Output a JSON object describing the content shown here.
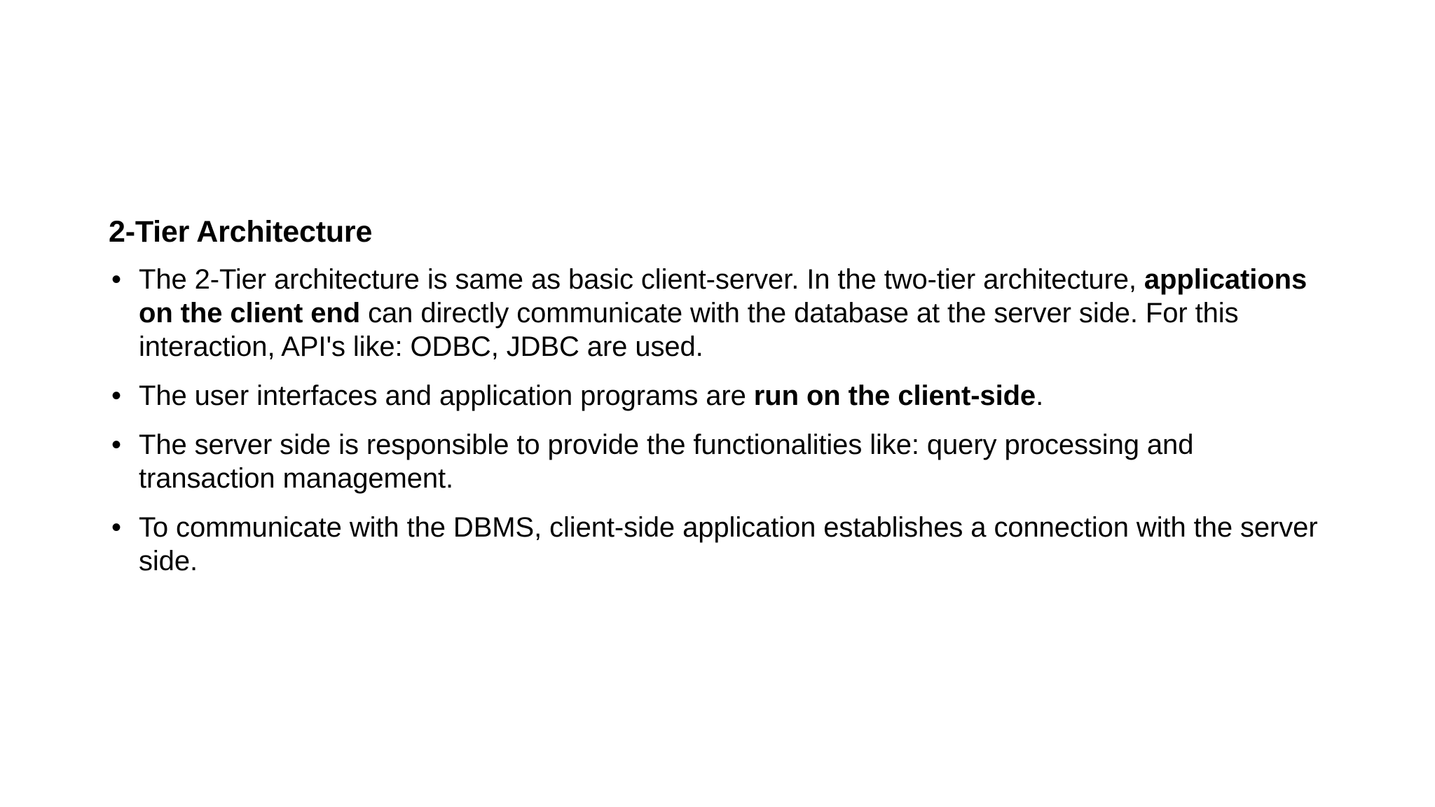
{
  "slide": {
    "title": "2-Tier Architecture",
    "bullet_marker": "•",
    "bullets": [
      {
        "id": "bullet-1",
        "segments": [
          {
            "text": "The 2-Tier architecture is same as basic client-server. In the two-tier architecture, ",
            "bold": false
          },
          {
            "text": "applications on the client end",
            "bold": true
          },
          {
            "text": " can directly communicate with the database at the server side. For this interaction, API's like: ODBC, JDBC are used.",
            "bold": false
          }
        ],
        "plain": "The 2-Tier architecture is same as basic client-server. In the two-tier architecture, applications on the client end can directly communicate with the database at the server side. For this interaction, API's like: ODBC, JDBC are used."
      },
      {
        "id": "bullet-2",
        "segments": [
          {
            "text": "The user interfaces and application programs are ",
            "bold": false
          },
          {
            "text": "run on the client-side",
            "bold": true
          },
          {
            "text": ".",
            "bold": false
          }
        ],
        "plain": "The user interfaces and application programs are run on the client-side."
      },
      {
        "id": "bullet-3",
        "segments": [
          {
            "text": "The server side is responsible to provide the functionalities like: query processing and transaction management.",
            "bold": false
          }
        ],
        "plain": "The server side is responsible to provide the functionalities like: query processing and transaction management."
      },
      {
        "id": "bullet-4",
        "segments": [
          {
            "text": "To communicate with the DBMS, client-side application establishes a connection with the server side.",
            "bold": false
          }
        ],
        "plain": "To communicate with the DBMS, client-side application establishes a connection with the server side."
      }
    ],
    "colors": {
      "background": "#ffffff",
      "text": "#000000"
    }
  }
}
